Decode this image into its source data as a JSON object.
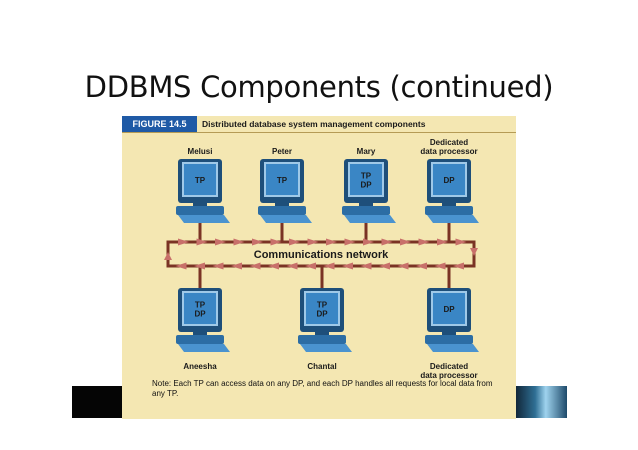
{
  "slide": {
    "title": "DDBMS Components (continued)"
  },
  "figure": {
    "label": "FIGURE 14.5",
    "caption": "Distributed database system management components",
    "network_label": "Communications network",
    "note": "Note: Each TP can access data on any DP, and each DP handles all requests for local data from any TP.",
    "top_sites": [
      {
        "name_lines": [
          "Melusi"
        ],
        "screen_lines": [
          "TP"
        ]
      },
      {
        "name_lines": [
          "Peter"
        ],
        "screen_lines": [
          "TP"
        ]
      },
      {
        "name_lines": [
          "Mary"
        ],
        "screen_lines": [
          "TP",
          "DP"
        ]
      },
      {
        "name_lines": [
          "Dedicated",
          "data processor"
        ],
        "screen_lines": [
          "DP"
        ]
      }
    ],
    "bottom_sites": [
      {
        "name_lines": [
          "Aneesha"
        ],
        "screen_lines": [
          "TP",
          "DP"
        ]
      },
      {
        "name_lines": [
          "Chantal"
        ],
        "screen_lines": [
          "TP",
          "DP"
        ]
      },
      {
        "name_lines": [
          "Dedicated",
          "data processor"
        ],
        "screen_lines": [
          "DP"
        ]
      }
    ],
    "colors": {
      "loop": "#7a3324",
      "arrow": "#c8706a",
      "screen": "#3a86c5",
      "monitor": "#2a5f8f",
      "header": "#1f5aa6",
      "panel": "#f4e7b2"
    }
  }
}
